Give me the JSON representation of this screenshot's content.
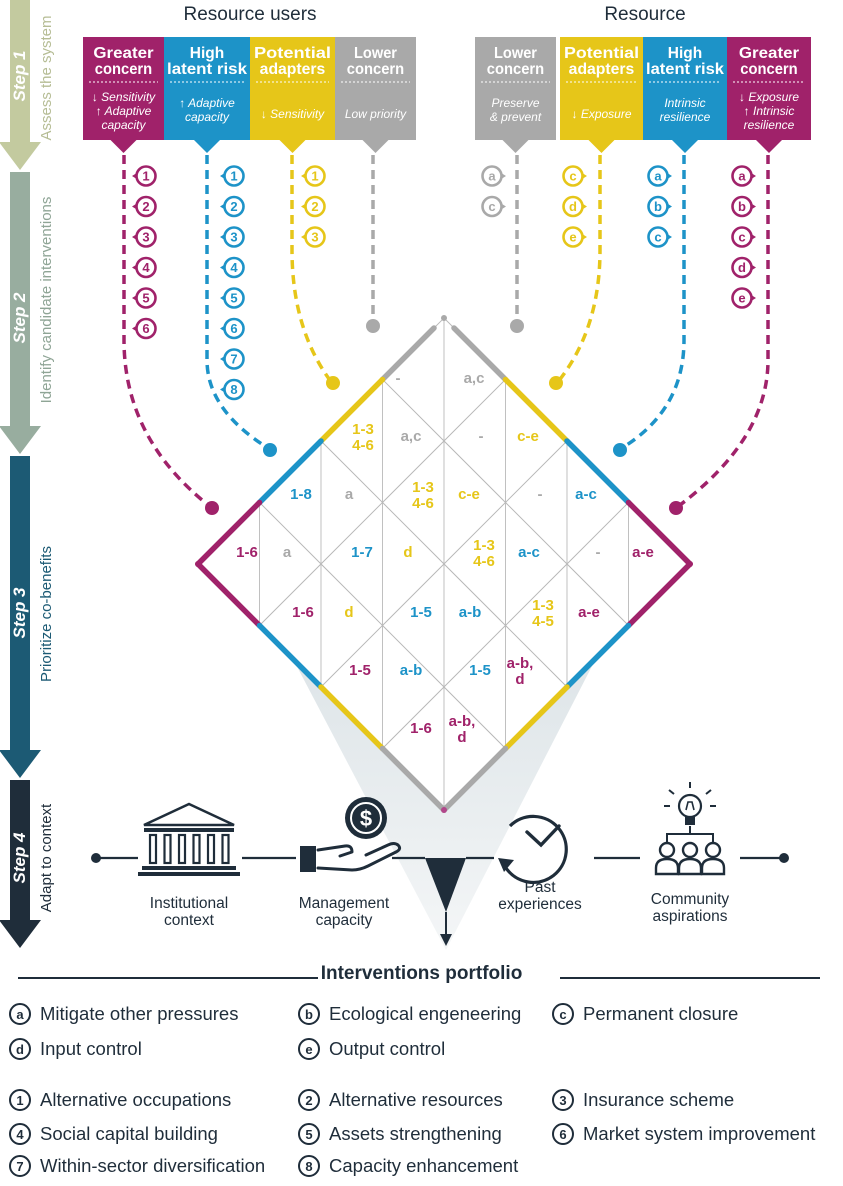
{
  "headings": {
    "resource_users": "Resource users",
    "resource": "Resource"
  },
  "colors": {
    "magenta": "#a0226a",
    "blue": "#1d93c8",
    "yellow": "#e6c619",
    "gray": "#a9a9a9",
    "navy": "#1f2d3a"
  },
  "steps": [
    {
      "word": "Step 1",
      "desc": "Assess the system"
    },
    {
      "word": "Step 2",
      "desc": "Identify candidate  interventions"
    },
    {
      "word": "Step 3",
      "desc": "Prioritize co-benefits"
    },
    {
      "word": "Step 4",
      "desc": "Adapt to context"
    }
  ],
  "user_boxes": [
    {
      "title1": "Greater",
      "title2": "concern",
      "lines": [
        "↓ Sensitivity",
        "↑ Adaptive",
        "capacity"
      ],
      "color": "magenta"
    },
    {
      "title1": "High",
      "title2": "latent risk",
      "lines": [
        "↑ Adaptive",
        "capacity"
      ],
      "color": "blue"
    },
    {
      "title1": "Potential",
      "title2": "adapters",
      "lines": [
        "↓ Sensitivity"
      ],
      "color": "yellow"
    },
    {
      "title1": "Lower",
      "title2": "concern",
      "lines": [
        "Low priority"
      ],
      "color": "gray"
    }
  ],
  "resource_boxes": [
    {
      "title1": "Lower",
      "title2": "concern",
      "lines": [
        "Preserve",
        "& prevent"
      ],
      "color": "gray"
    },
    {
      "title1": "Potential",
      "title2": "adapters",
      "lines": [
        "↓ Exposure"
      ],
      "color": "yellow"
    },
    {
      "title1": "High",
      "title2": "latent risk",
      "lines": [
        "Intrinsic",
        "resilience"
      ],
      "color": "blue"
    },
    {
      "title1": "Greater",
      "title2": "concern",
      "lines": [
        "↓ Exposure",
        "↑ Intrinsic",
        "resilience"
      ],
      "color": "magenta"
    }
  ],
  "chains": {
    "user_magenta": [
      "1",
      "2",
      "3",
      "4",
      "5",
      "6"
    ],
    "user_blue": [
      "1",
      "2",
      "3",
      "4",
      "5",
      "6",
      "7",
      "8"
    ],
    "user_yellow": [
      "1",
      "2",
      "3"
    ],
    "res_gray": [
      "a",
      "c"
    ],
    "res_yellow": [
      "c",
      "d",
      "e"
    ],
    "res_blue": [
      "a",
      "b",
      "c"
    ],
    "res_magenta": [
      "a",
      "b",
      "c",
      "d",
      "e"
    ]
  },
  "matrix": [
    {
      "text": [
        "-"
      ],
      "color": "gray"
    },
    {
      "text": [
        "a,c"
      ],
      "color": "gray"
    },
    {
      "text": [
        "1-3",
        "4-6"
      ],
      "color": "yellow"
    },
    {
      "text": [
        "a,c"
      ],
      "color": "gray"
    },
    {
      "text": [
        "-"
      ],
      "color": "gray"
    },
    {
      "text": [
        "c-e"
      ],
      "color": "yellow"
    },
    {
      "text": [
        "1-8"
      ],
      "color": "blue"
    },
    {
      "text": [
        "a"
      ],
      "color": "gray"
    },
    {
      "text": [
        "1-3",
        "4-6"
      ],
      "color": "yellow"
    },
    {
      "text": [
        "c-e"
      ],
      "color": "yellow"
    },
    {
      "text": [
        "-"
      ],
      "color": "gray"
    },
    {
      "text": [
        "a-c"
      ],
      "color": "blue"
    },
    {
      "text": [
        "1-6"
      ],
      "color": "magenta"
    },
    {
      "text": [
        "a"
      ],
      "color": "gray"
    },
    {
      "text": [
        "1-7"
      ],
      "color": "blue"
    },
    {
      "text": [
        "d"
      ],
      "color": "yellow"
    },
    {
      "text": [
        "1-3",
        "4-6"
      ],
      "color": "yellow"
    },
    {
      "text": [
        "a-c"
      ],
      "color": "blue"
    },
    {
      "text": [
        "-"
      ],
      "color": "gray"
    },
    {
      "text": [
        "a-e"
      ],
      "color": "magenta"
    },
    {
      "text": [
        "1-6"
      ],
      "color": "magenta"
    },
    {
      "text": [
        "d"
      ],
      "color": "yellow"
    },
    {
      "text": [
        "1-5"
      ],
      "color": "blue"
    },
    {
      "text": [
        "a-b"
      ],
      "color": "blue"
    },
    {
      "text": [
        "1-3",
        "4-5"
      ],
      "color": "yellow"
    },
    {
      "text": [
        "a-e"
      ],
      "color": "magenta"
    },
    {
      "text": [
        "1-5"
      ],
      "color": "magenta"
    },
    {
      "text": [
        "a-b"
      ],
      "color": "blue"
    },
    {
      "text": [
        "1-5"
      ],
      "color": "blue"
    },
    {
      "text": [
        "a-b,",
        "d"
      ],
      "color": "magenta"
    },
    {
      "text": [
        "1-6"
      ],
      "color": "magenta"
    },
    {
      "text": [
        "a-b,",
        "d"
      ],
      "color": "magenta"
    }
  ],
  "context_factors": [
    {
      "icon": "institution-icon",
      "label": [
        "Institutional",
        "context"
      ]
    },
    {
      "icon": "management-capacity-icon",
      "label": [
        "Management",
        "capacity"
      ]
    },
    {
      "icon": "clock-icon",
      "label": [
        "Past",
        "experiences"
      ]
    },
    {
      "icon": "community-icon",
      "label": [
        "Community",
        "aspirations"
      ]
    }
  ],
  "dollar_symbol": "$",
  "portfolio_title": "Interventions portfolio",
  "resource_interventions": [
    {
      "key": "a",
      "label": "Mitigate other pressures"
    },
    {
      "key": "b",
      "label": "Ecological engeneering"
    },
    {
      "key": "c",
      "label": "Permanent closure"
    },
    {
      "key": "d",
      "label": "Input control"
    },
    {
      "key": "e",
      "label": "Output control"
    }
  ],
  "user_interventions": [
    {
      "key": "1",
      "label": "Alternative occupations"
    },
    {
      "key": "2",
      "label": "Alternative resources"
    },
    {
      "key": "3",
      "label": "Insurance scheme"
    },
    {
      "key": "4",
      "label": "Social capital building"
    },
    {
      "key": "5",
      "label": "Assets strengthening"
    },
    {
      "key": "6",
      "label": "Market system improvement"
    },
    {
      "key": "7",
      "label": "Within-sector diversification"
    },
    {
      "key": "8",
      "label": "Capacity enhancement"
    }
  ]
}
